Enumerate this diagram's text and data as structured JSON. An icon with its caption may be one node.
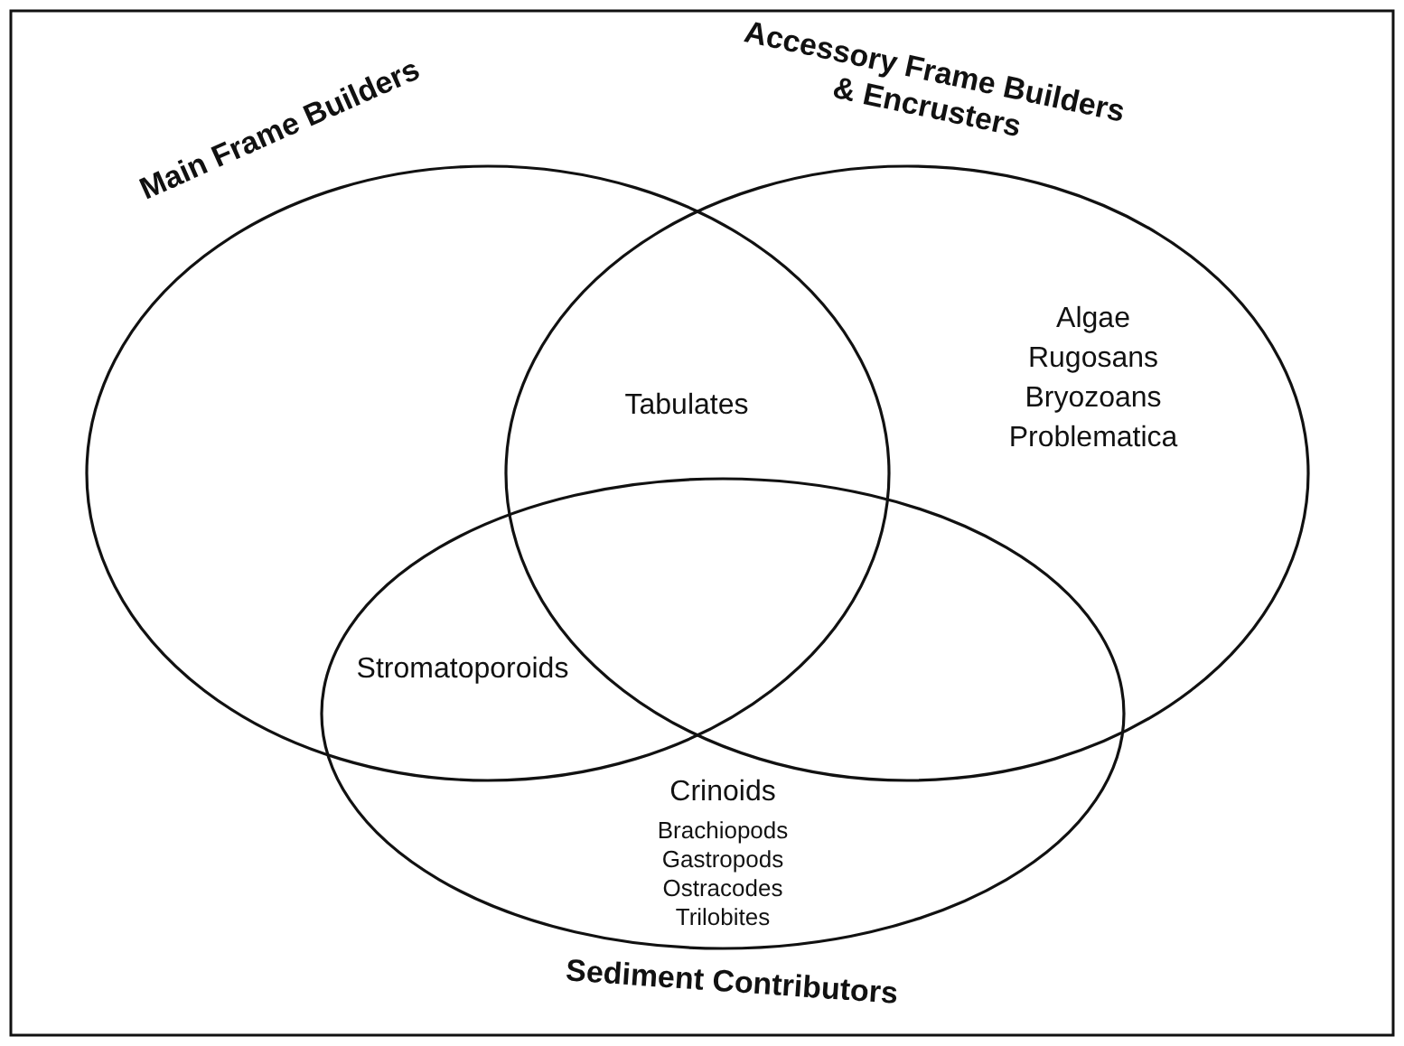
{
  "diagram": {
    "nodes": [
      {
        "text": [
          "Main Frame Builders"
        ]
      },
      {
        "text": [
          "Accessory Frame Builders & Encrusters"
        ]
      },
      {
        "text": [
          "Sediment Contributors"
        ]
      }
    ],
    "labels": [
      "Tabulates",
      "Stromatoporoids",
      "Algae",
      "Rugosans",
      "Bryozoans",
      "Problematica",
      "Crinoids",
      "Brachiopods",
      "Gastropods",
      "Ostracodes",
      "Trilobites"
    ]
  }
}
